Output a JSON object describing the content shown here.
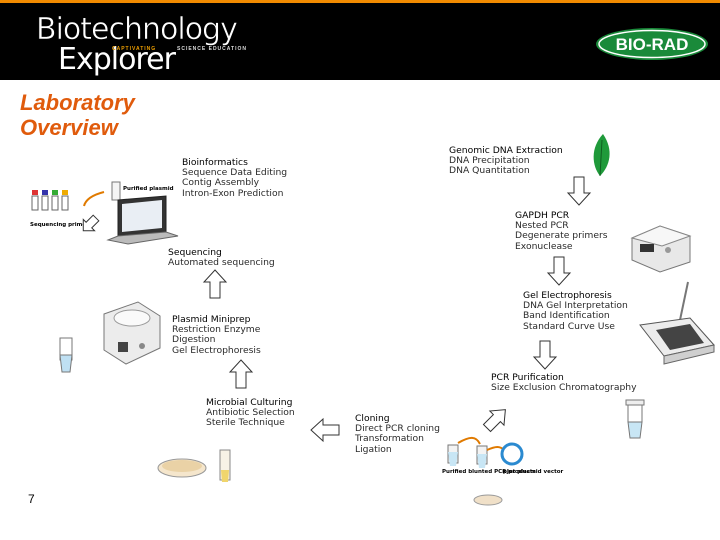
{
  "header": {
    "logo_line1": "Biotechnology",
    "logo_line2": "Explorer",
    "tagline_left": "CAPTIVATING",
    "tagline_right": "SCIENCE EDUCATION",
    "brand_logo": "BIO-RAD",
    "colors": {
      "orange": "#f08a00",
      "background": "#000000",
      "bio_rad_green": "#1a8a3a"
    }
  },
  "title": {
    "line1": "Laboratory",
    "line2": "Overview",
    "color": "#e05b0c"
  },
  "steps": {
    "genomic": {
      "title": "Genomic DNA Extraction",
      "items": [
        "DNA Precipitation",
        "DNA Quantitation"
      ]
    },
    "gapdh": {
      "title": "GAPDH PCR",
      "items": [
        "Nested PCR",
        "Degenerate primers",
        "Exonuclease"
      ]
    },
    "gel": {
      "title": "Gel Electrophoresis",
      "items": [
        "DNA Gel Interpretation",
        "Band Identification",
        "Standard Curve Use"
      ]
    },
    "purification": {
      "title": "PCR Purification",
      "items": [
        "Size Exclusion Chromatography"
      ]
    },
    "cloning": {
      "title": "Cloning",
      "items": [
        "Direct PCR cloning",
        "Transformation",
        "Ligation"
      ]
    },
    "culturing": {
      "title": "Microbial Culturing",
      "items": [
        "Antibiotic Selection",
        "Sterile Technique"
      ]
    },
    "miniprep": {
      "title": "Plasmid Miniprep",
      "items": [
        "Restriction Enzyme",
        "Digestion",
        "Gel Electrophoresis"
      ]
    },
    "sequencing": {
      "title": "Sequencing",
      "items": [
        "Automated sequencing"
      ]
    },
    "bioinformatics": {
      "title": "Bioinformatics",
      "items": [
        "Sequence Data Editing",
        "Contig Assembly",
        "Intron-Exon Prediction"
      ]
    }
  },
  "illustration_labels": {
    "purified_plasmid": "Purified plasmid",
    "sequencing_primers": "Sequencing primers",
    "purified_pcr": "Purified blunted PCR products",
    "pjet": "pJet plasmid vector"
  },
  "icons": [
    "leaf-icon",
    "thermal-cycler-icon",
    "gel-box-icon",
    "column-tube-icon",
    "petri-dish-icon",
    "centrifuge-icon",
    "laptop-icon",
    "arrow-icon"
  ],
  "page_number": "7"
}
